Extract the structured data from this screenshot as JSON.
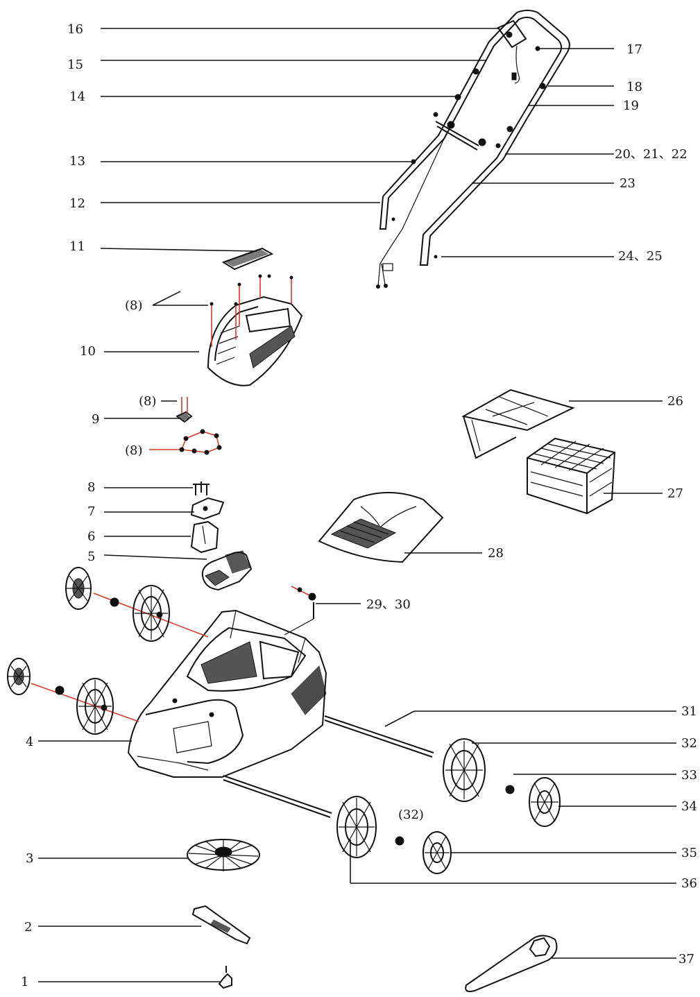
{
  "labels": {
    "l1": "1",
    "l2": "2",
    "l3": "3",
    "l4": "4",
    "l5": "5",
    "l6": "6",
    "l7": "7",
    "l8": "8",
    "l8a": "(8)",
    "l8b": "(8)",
    "l8c": "(8)",
    "l9": "9",
    "l10": "10",
    "l11": "11",
    "l12": "12",
    "l13": "13",
    "l14": "14",
    "l15": "15",
    "l16": "16",
    "l17": "17",
    "l18": "18",
    "l19": "19",
    "l20": "20、21、22",
    "l23": "23",
    "l24": "24、25",
    "l26": "26",
    "l27": "27",
    "l28": "28",
    "l29": "29、30",
    "l31": "31",
    "l32": "32",
    "l32a": "(32)",
    "l33": "33",
    "l34": "34",
    "l35": "35",
    "l36": "36",
    "l37": "37"
  }
}
